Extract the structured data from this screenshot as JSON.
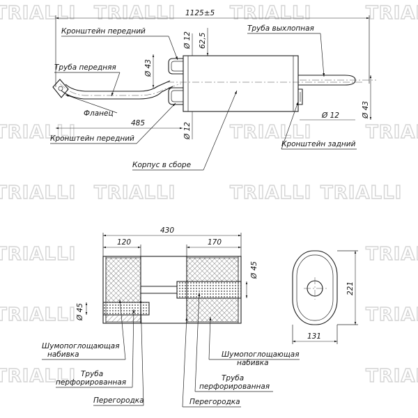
{
  "watermark": {
    "brand": "TRIALLI"
  },
  "side_view": {
    "dim_total_length": "1125±5",
    "dim_front_pipe_length": "485",
    "dim_bracket_dia_top": "Ø 12",
    "dim_bracket_dia_bottom": "Ø 12",
    "dim_bracket_dia_rear": "Ø 12",
    "dim_offset": "62,5",
    "dim_front_pipe_dia": "Ø 43",
    "dim_tail_pipe_dia": "Ø 43",
    "labels": {
      "front_bracket_top": "Кронштейн передний",
      "tail_pipe": "Труба выхлопная",
      "front_pipe": "Труба передняя",
      "flange": "Фланец",
      "front_bracket_bottom": "Кронштейн передний",
      "rear_bracket": "Кронштейн задний",
      "body_assembly": "Корпус в сборе"
    }
  },
  "section_view": {
    "dim_body_length": "430",
    "dim_left_chamber": "120",
    "dim_right_chamber": "170",
    "dim_outlet_dia": "Ø 45",
    "dim_inlet_dia": "Ø 45",
    "labels": {
      "packing_left_1": "Шумопоглощающая",
      "packing_left_2": "набивка",
      "perf_pipe_left_1": "Труба",
      "perf_pipe_left_2": "перфорированная",
      "baffle_left": "Перегородка",
      "packing_right_1": "Шумопоглощающая",
      "packing_right_2": "набивка",
      "perf_pipe_right_1": "Труба",
      "perf_pipe_right_2": "перфорированная",
      "baffle_right": "Перегородка"
    }
  },
  "end_view": {
    "dim_height": "221",
    "dim_width": "131"
  }
}
